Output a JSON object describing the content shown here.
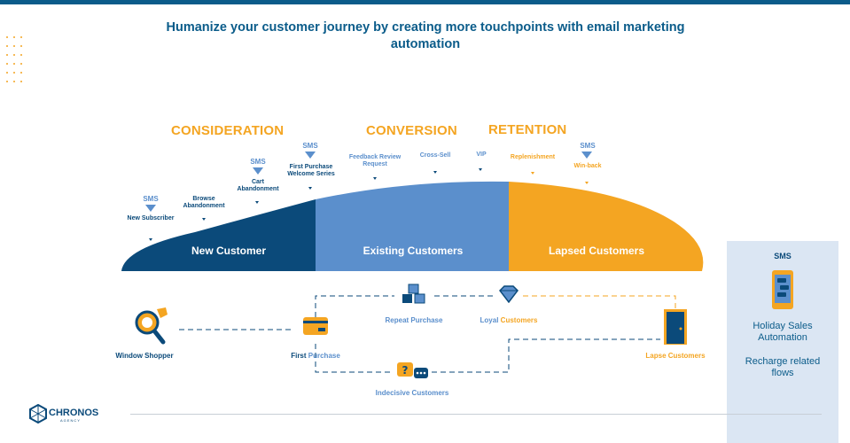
{
  "title": "Humanize your customer journey by creating more touchpoints with email marketing automation",
  "stages": {
    "consideration": "CONSIDERATION",
    "conversion": "CONVERSION",
    "retention": "RETENTION"
  },
  "segments": {
    "new": "New Customer",
    "existing": "Existing Customers",
    "lapsed": "Lapsed Customers"
  },
  "sms_label": "SMS",
  "touchpoints": {
    "new_subscriber": "New Subscriber",
    "browse_abandonment": "Browse Abandonment",
    "cart_abandonment": "Cart Abandonment",
    "first_purchase_welcome": "First Purchase Welcome Series",
    "feedback_review": "Feedback Review Request",
    "cross_sell": "Cross-Sell",
    "vip": "VIP",
    "replenishment": "Replenishment",
    "win_back": "Win-back"
  },
  "journey": {
    "window_shopper": "Window Shopper",
    "first_purchase_a": "First",
    "first_purchase_b": " Purchase",
    "repeat_purchase": "Repeat Purchase",
    "loyal_a": "Loyal",
    "loyal_b": " Customers",
    "indecisive": "Indecisive Customers",
    "lapse": "Lapse Customers"
  },
  "sidebar": {
    "title": "SMS",
    "item1": "Holiday Sales Automation",
    "item2": "Recharge related flows"
  },
  "logo": {
    "name": "CHRONOS",
    "sub": "AGENCY"
  },
  "colors": {
    "navy": "#0b4a7a",
    "blue": "#5b8fcc",
    "orange": "#f4a522"
  }
}
